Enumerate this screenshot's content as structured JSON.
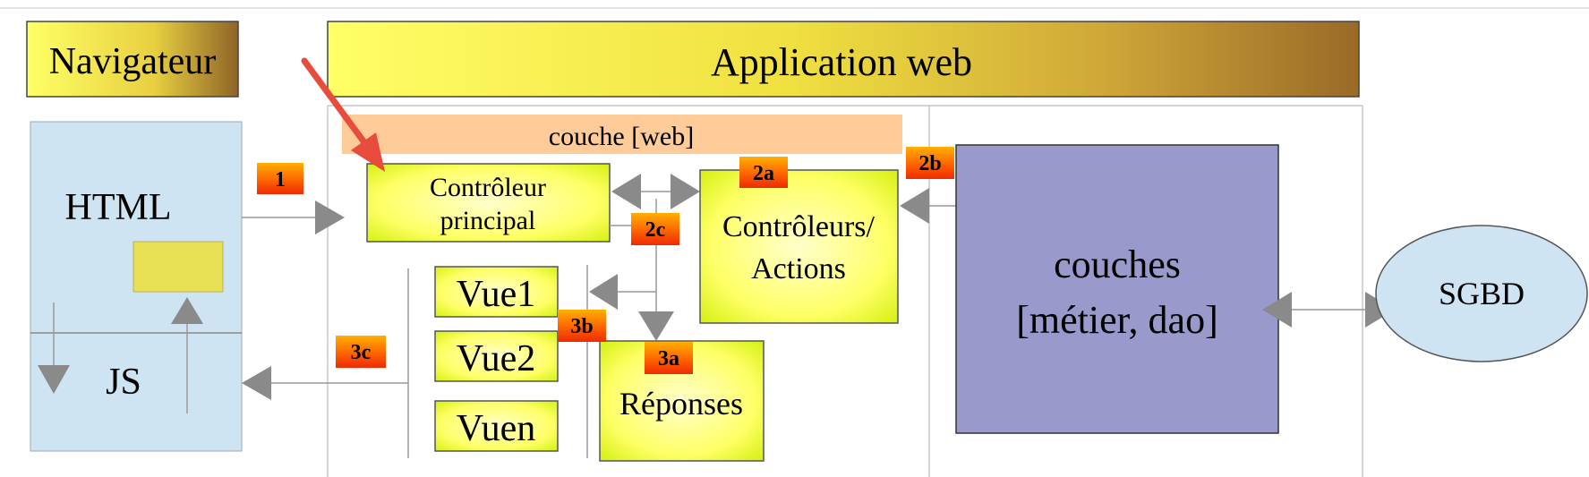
{
  "header": {
    "navigateur": "Navigateur",
    "application": "Application web"
  },
  "browser": {
    "html": "HTML",
    "js": "JS"
  },
  "web_layer": {
    "title": "couche [web]",
    "controller_line1": "Contrôleur",
    "controller_line2": "principal",
    "actions_line1": "Contrôleurs/",
    "actions_line2": "Actions",
    "vue1": "Vue1",
    "vue2": "Vue2",
    "vuen": "Vuen",
    "reponses": "Réponses"
  },
  "business": {
    "line1": "couches",
    "line2": "[métier, dao]"
  },
  "db": {
    "label": "SGBD"
  },
  "steps": {
    "s1": "1",
    "s2a": "2a",
    "s2b": "2b",
    "s2c": "2c",
    "s3a": "3a",
    "s3b": "3b",
    "s3c": "3c"
  },
  "colors": {
    "browser_panel": "#cfe4f3",
    "business_box": "#9999cc",
    "db_ellipse": "#cfe4f3",
    "web_band": "#ffcc99",
    "pointer_arrow": "#e84c3d"
  }
}
